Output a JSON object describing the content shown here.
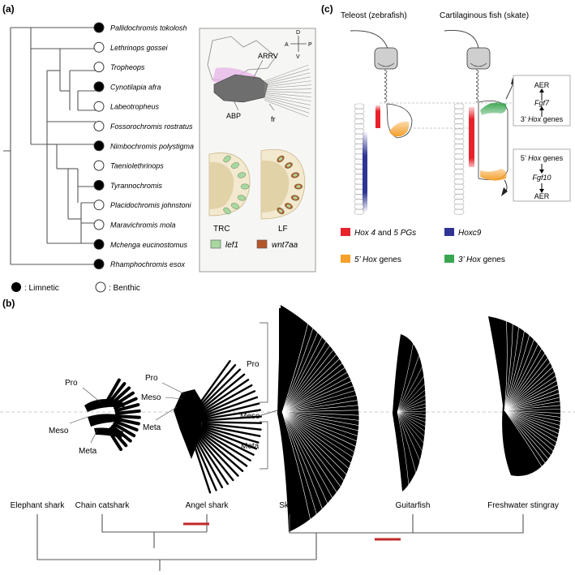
{
  "panel_labels": {
    "a": "(a)",
    "b": "(b)",
    "c": "(c)"
  },
  "panel_a": {
    "species": [
      {
        "name": "Pallidochromis tokolosh",
        "type": "limnetic"
      },
      {
        "name": "Lethrinops gossei",
        "type": "benthic"
      },
      {
        "name": "Tropheops",
        "type": "benthic"
      },
      {
        "name": "Cynotilapia afra",
        "type": "limnetic"
      },
      {
        "name": "Labeotropheus",
        "type": "benthic"
      },
      {
        "name": "Fossorochromis rostratus",
        "type": "benthic"
      },
      {
        "name": "Nimbochromis polystigma",
        "type": "limnetic"
      },
      {
        "name": "Taeniolethrinops",
        "type": "benthic"
      },
      {
        "name": "Tyrannochromis",
        "type": "limnetic"
      },
      {
        "name": "Placidochromis johnstoni",
        "type": "benthic"
      },
      {
        "name": "Maravichromis mola",
        "type": "benthic"
      },
      {
        "name": "Mchenga eucinostomus",
        "type": "limnetic"
      },
      {
        "name": "Rhamphochromis esox",
        "type": "limnetic"
      }
    ],
    "legend": {
      "limnetic": ": Limnetic",
      "benthic": ": Benthic"
    },
    "inset": {
      "axis_d": "D",
      "axis_v": "V",
      "axis_a": "A",
      "axis_p": "P",
      "arrv": "ARRV",
      "abp": "ABP",
      "fr": "fr",
      "trc": "TRC",
      "lf": "LF",
      "legend_lef1": "lef1",
      "legend_wnt7aa": "wnt7aa"
    },
    "colors": {
      "lef1": "#a8d8a0",
      "wnt7aa": "#b5562a",
      "tissue": "#f3e9cf",
      "core": "#e2d2a8"
    }
  },
  "panel_b": {
    "labels": {
      "pro": "Pro",
      "meso": "Meso",
      "meta": "Meta"
    },
    "species": [
      "Elephant shark",
      "Chain catshark",
      "Angel shark",
      "Skate",
      "Guitarfish",
      "Freshwater stingray"
    ],
    "marker_color": "#c0282b"
  },
  "panel_c": {
    "teleost_title": "Teleost (zebrafish)",
    "skate_title": "Cartilaginous fish (skate)",
    "top_box": {
      "aer": "AER",
      "fgf7": "Fgf7",
      "hox3_prefix": "3’ ",
      "hox3_name": "Hox",
      "hox3_suffix": " genes"
    },
    "bottom_box": {
      "hox5_prefix": "5’ ",
      "hox5_name": "Hox",
      "hox5_suffix": " genes",
      "fgf10": "Fgf10",
      "aer": "AER"
    },
    "legend": {
      "hox4_name": "Hox 4",
      "hox4_and": " and ",
      "hox4_pgs": "5 PGs",
      "hoxc9": "Hoxc9",
      "hox5": "5’ Hox",
      "hox5_suffix": " genes",
      "hox3": "3’ Hox",
      "hox3_suffix": " genes"
    },
    "colors": {
      "hox4": "#e8222b",
      "hoxc9": "#2f3593",
      "hox5": "#f5a02b",
      "hox3": "#3aa650"
    }
  }
}
